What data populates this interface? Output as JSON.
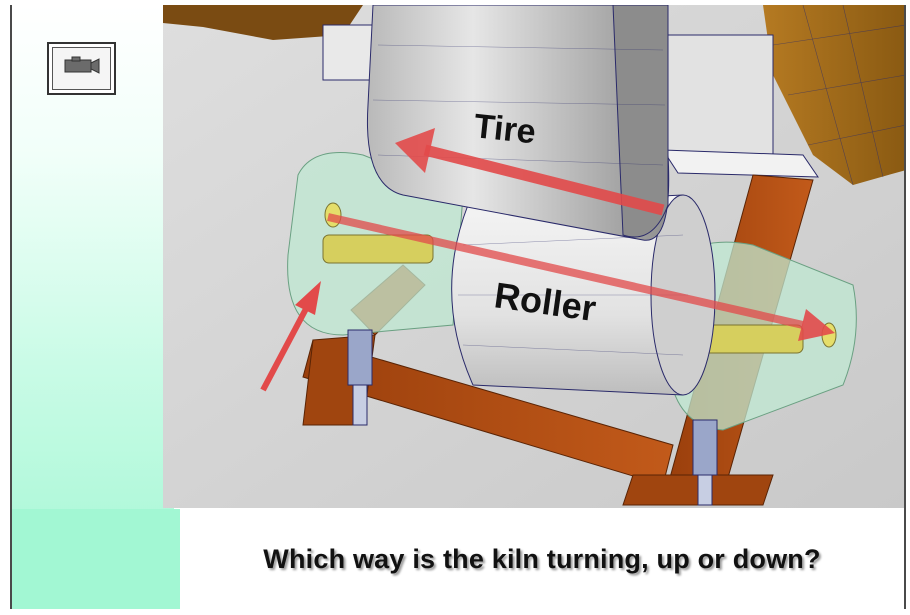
{
  "slide": {
    "question": "Which way is the kiln turning, up or down?"
  },
  "illustration": {
    "tire_label": "Tire",
    "roller_label": "Roller"
  },
  "controls": {
    "video_icon": "video-camera-icon"
  },
  "colors": {
    "arrow": "#e24a4a",
    "frame": "#b34a12",
    "accent_band": "#a2f7d3"
  }
}
